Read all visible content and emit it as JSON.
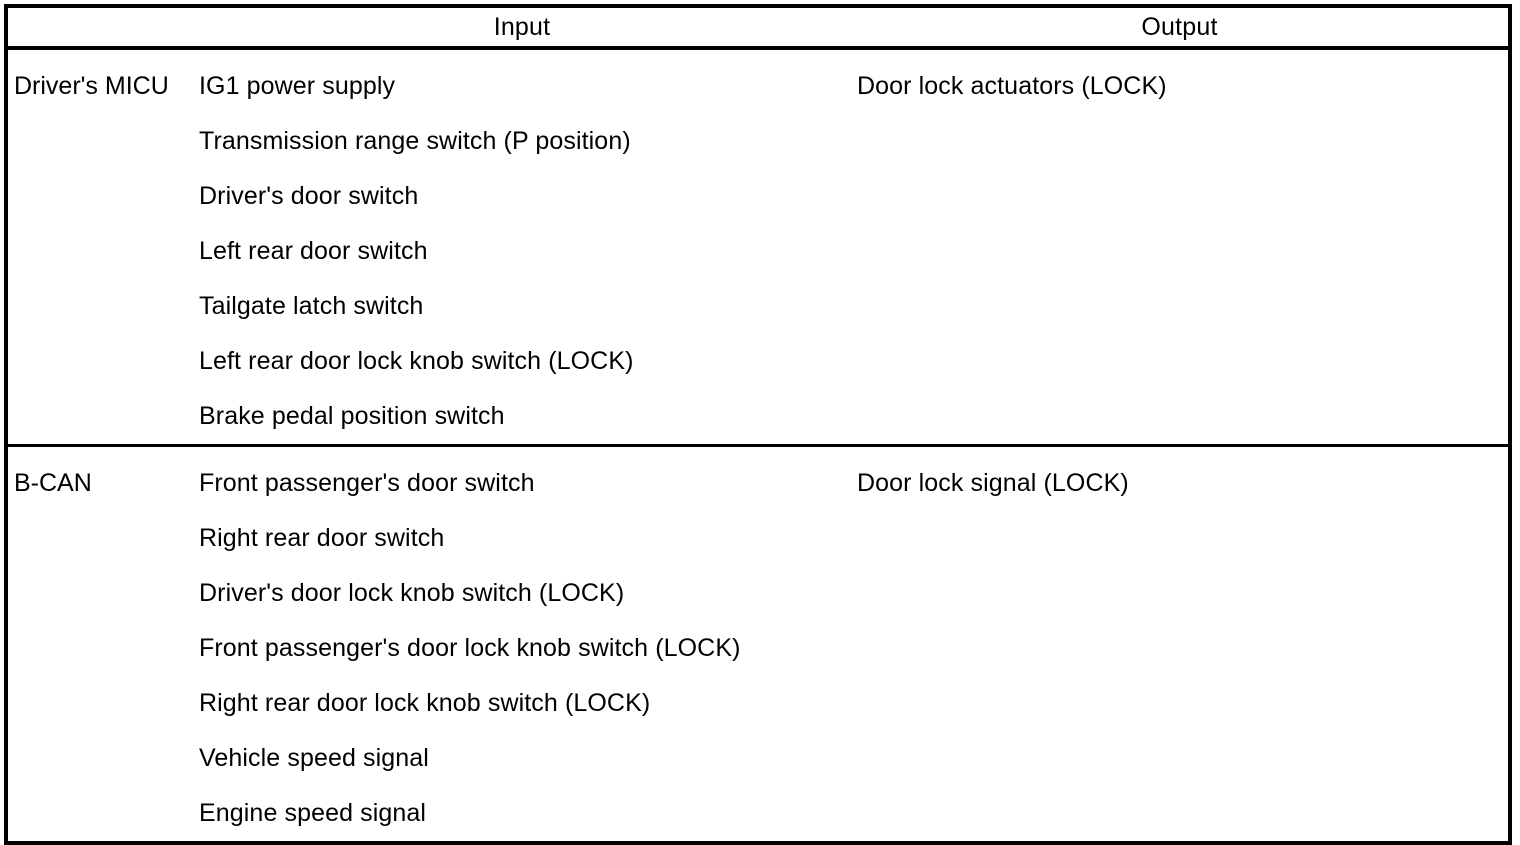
{
  "table": {
    "columns": [
      {
        "key": "system",
        "header": ""
      },
      {
        "key": "input",
        "header": "Input"
      },
      {
        "key": "output",
        "header": "Output"
      }
    ],
    "header": {
      "system_label": "",
      "input_label": "Input",
      "output_label": "Output"
    },
    "rows": [
      {
        "system": "Driver's MICU",
        "inputs": [
          "IG1 power supply",
          "Transmission range switch (P position)",
          "Driver's door switch",
          "Left rear door switch",
          "Tailgate latch switch",
          "Left rear door lock knob switch (LOCK)",
          "Brake pedal position switch"
        ],
        "outputs": [
          "Door lock actuators (LOCK)"
        ]
      },
      {
        "system": "B-CAN",
        "inputs": [
          "Front passenger's door switch",
          "Right rear door switch",
          "Driver's door lock knob switch (LOCK)",
          "Front passenger's door lock knob switch (LOCK)",
          "Right rear door lock knob switch (LOCK)",
          "Vehicle speed signal",
          "Engine speed signal"
        ],
        "outputs": [
          "Door lock signal (LOCK)"
        ]
      }
    ]
  },
  "colors": {
    "border": "#000000",
    "text": "#000000",
    "background": "#ffffff"
  }
}
